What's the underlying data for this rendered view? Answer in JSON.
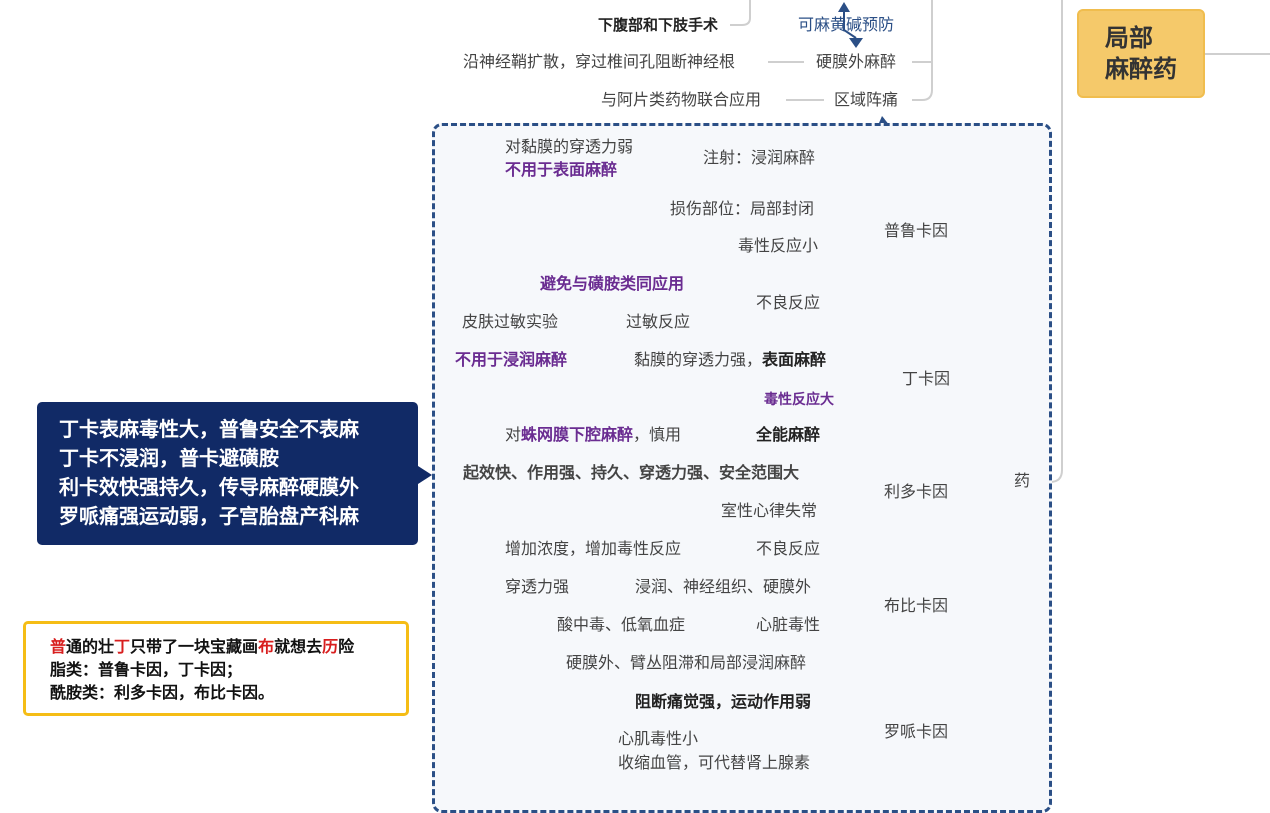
{
  "root": {
    "line1": "局部",
    "line2": "麻醉药"
  },
  "top": {
    "lower_surgery": "下腹部和下肢手术",
    "ephedrine": "可麻黄碱预防",
    "nerve_root": "沿神经鞘扩散，穿过椎间孔阻断神经根",
    "epidural": "硬膜外麻醉",
    "opioid": "与阿片类药物联合应用",
    "regional_analgesia": "区域阵痛"
  },
  "drugs_label": "药",
  "procaine": {
    "name": "普鲁卡因",
    "mucosa_weak": "对黏膜的穿透力弱",
    "not_surface": "不用于表面麻醉",
    "injection": "注射：浸润麻醉",
    "injury": "损伤部位：局部封闭",
    "low_tox": "毒性反应小",
    "avoid_sulfa": "避免与磺胺类同应用",
    "adverse": "不良反应",
    "skin_test": "皮肤过敏实验",
    "allergy": "过敏反应"
  },
  "tetracaine": {
    "name": "丁卡因",
    "not_infiltration": "不用于浸润麻醉",
    "mucosa_strong": "黏膜的穿透力强，",
    "surface": "表面麻醉",
    "high_tox": "毒性反应大"
  },
  "lidocaine": {
    "name": "利多卡因",
    "subarachnoid_pre": "对",
    "subarachnoid": "蛛网膜下腔麻醉",
    "subarachnoid_post": "，慎用",
    "all_round": "全能麻醉",
    "fast": "起效快、作用强、持久、穿透力强、安全范围大",
    "arrhythmia": "室性心律失常",
    "conc": "增加浓度，增加毒性反应",
    "adverse": "不良反应"
  },
  "bupivacaine": {
    "name": "布比卡因",
    "penetration": "穿透力强",
    "uses": "浸润、神经组织、硬膜外",
    "acidosis": "酸中毒、低氧血症",
    "cardiotox": "心脏毒性"
  },
  "ropivacaine": {
    "name": "罗哌卡因",
    "uses": "硬膜外、臂丛阻滞和局部浸润麻醉",
    "pain_block": "阻断痛觉强，运动作用弱",
    "low_myo": "心肌毒性小",
    "vaso": "收缩血管，可代替肾上腺素"
  },
  "callout": {
    "l1": "丁卡表麻毒性大，普鲁安全不表麻",
    "l2": "丁卡不浸润，普卡避磺胺",
    "l3": "利卡效快强持久，传导麻醉硬膜外",
    "l4": "罗哌痛强运动弱，子宫胎盘产科麻"
  },
  "memo": {
    "c1": "普",
    "s1": "通的壮",
    "c2": "丁",
    "s2": "只带了一块宝藏画",
    "c3": "布",
    "s3": "就想去",
    "c4": "历",
    "s4": "险",
    "esters": "脂类：普鲁卡因，丁卡因；",
    "amides": "酰胺类：利多卡因，布比卡因。"
  },
  "colors": {
    "accent_navy": "#112a66",
    "purple": "#6a2c91",
    "root_fill": "#f5c96a",
    "memo_border": "#f5bd16",
    "arrow": "#2b4f86"
  }
}
